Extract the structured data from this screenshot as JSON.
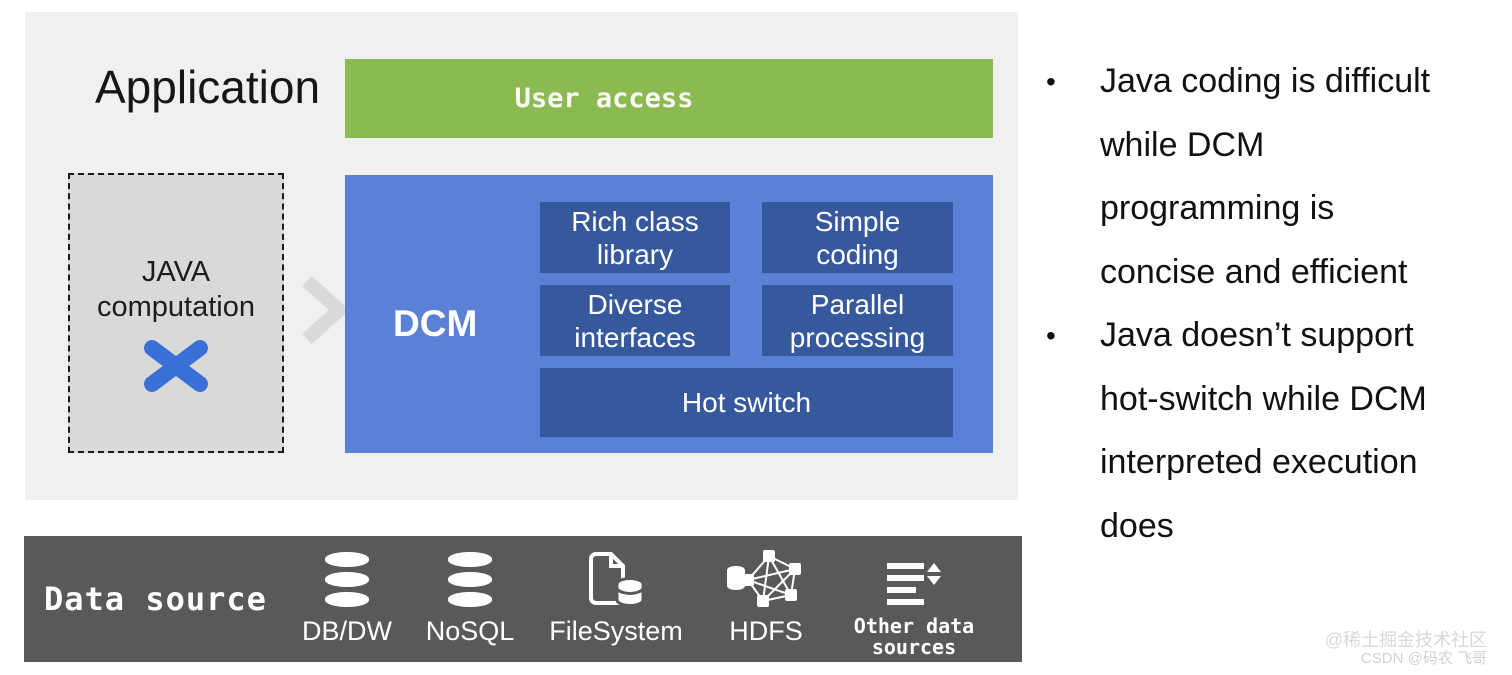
{
  "panel": {
    "application_label": "Application",
    "user_access_label": "User access",
    "java_box": {
      "line1": "JAVA",
      "line2": "computation"
    },
    "dcm": {
      "label": "DCM",
      "features": [
        {
          "lines": [
            "Rich class",
            "library"
          ]
        },
        {
          "lines": [
            "Simple",
            "coding"
          ]
        },
        {
          "lines": [
            "Diverse",
            "interfaces"
          ]
        },
        {
          "lines": [
            "Parallel",
            "processing"
          ]
        },
        {
          "lines": [
            "Hot switch"
          ]
        }
      ]
    }
  },
  "datasource": {
    "label": "Data source",
    "items": [
      {
        "label": "DB/DW",
        "icon": "database-icon"
      },
      {
        "label": "NoSQL",
        "icon": "database-icon"
      },
      {
        "label": "FileSystem",
        "icon": "file-database-icon"
      },
      {
        "label": "HDFS",
        "icon": "cluster-network-icon"
      },
      {
        "label_line1": "Other data",
        "label_line2": "sources",
        "icon": "list-sort-icon"
      }
    ]
  },
  "notes": {
    "bullet_marker": "•",
    "bullets": [
      {
        "lines": [
          "Java coding is difficult",
          "while DCM",
          "programming is",
          "concise and efficient"
        ]
      },
      {
        "lines": [
          "Java doesn’t support",
          "hot-switch while DCM",
          "interpreted execution",
          "does"
        ]
      }
    ]
  },
  "watermark": {
    "line1": "@稀土掘金技术社区",
    "line2": "CSDN @码农 飞哥"
  },
  "colors": {
    "panel_bg": "#F0F0F0",
    "green_bar": "#8CBA52",
    "dcm_outer_blue": "#5B81D7",
    "dcm_inner_blue": "#36599E",
    "data_source_bar": "#595959",
    "java_box_fill": "#D9D9D9",
    "x_mark_blue": "#3A70D6",
    "chevron_gray": "#D9D9D9"
  }
}
